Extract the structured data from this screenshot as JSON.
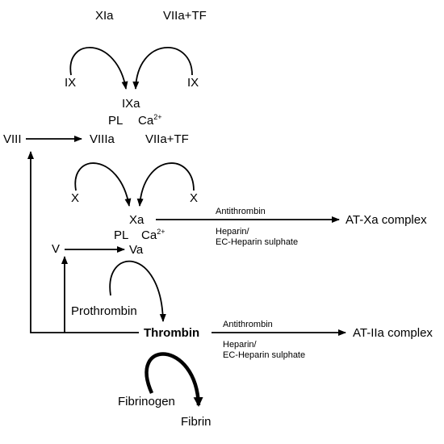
{
  "labels": {
    "xia": "XIa",
    "viia_tf_top": "VIIa+TF",
    "ix_left": "IX",
    "ix_right": "IX",
    "ixa": "IXa",
    "pl_1": "PL",
    "ca_1": "Ca",
    "ca_sup_1": "2+",
    "viii": "VIII",
    "viiia": "VIIIa",
    "viia_tf_mid": "VIIa+TF",
    "x_left": "X",
    "x_right": "X",
    "xa": "Xa",
    "pl_2": "PL",
    "ca_2": "Ca",
    "ca_sup_2": "2+",
    "antithrombin_1": "Antithrombin",
    "heparin_1": "Heparin/",
    "ec_heparin_1": "EC-Heparin sulphate",
    "at_xa": "AT-Xa complex",
    "v": "V",
    "va": "Va",
    "prothrombin": "Prothrombin",
    "thrombin": "Thrombin",
    "antithrombin_2": "Antithrombin",
    "heparin_2": "Heparin/",
    "ec_heparin_2": "EC-Heparin sulphate",
    "at_iia": "AT-IIa complex",
    "fibrinogen": "Fibrinogen",
    "fibrin": "Fibrin"
  }
}
